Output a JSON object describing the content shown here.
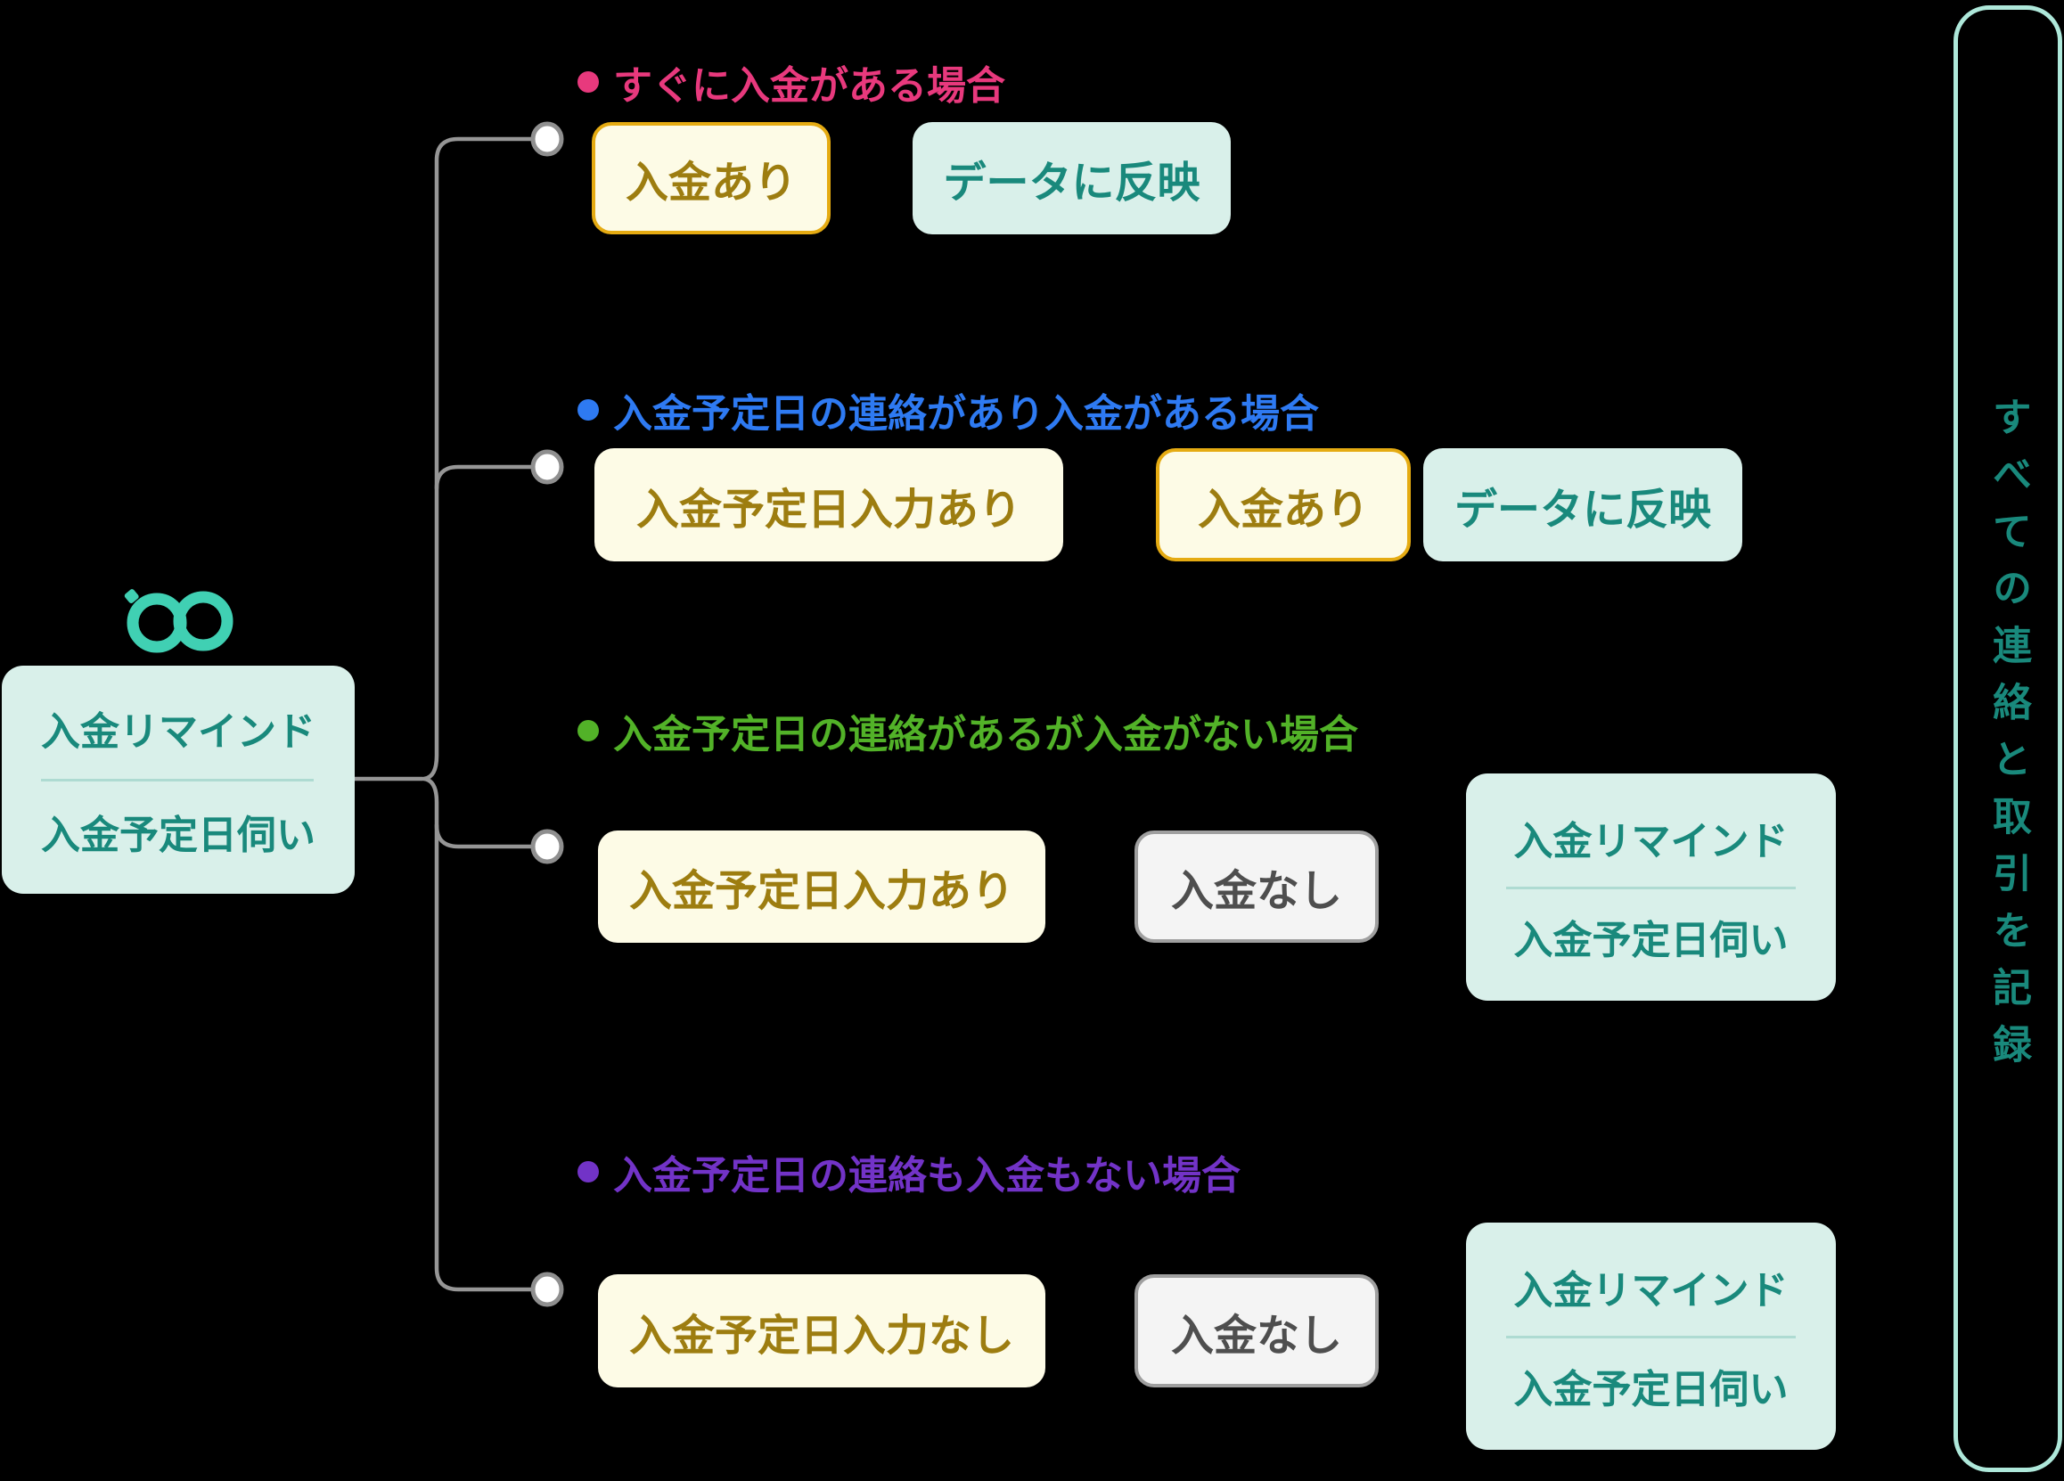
{
  "root": {
    "line1": "入金リマインド",
    "line2": "入金予定日伺い"
  },
  "branches": [
    {
      "label": "すぐに入金がある場合",
      "bullet_color": "#e8397d",
      "cards": [
        {
          "text": "入金あり",
          "style": "cream-gold-border"
        },
        {
          "text": "データに反映",
          "style": "teal"
        }
      ]
    },
    {
      "label": "入金予定日の連絡があり入金がある場合",
      "bullet_color": "#2e7af2",
      "cards": [
        {
          "text": "入金予定日入力あり",
          "style": "cream"
        },
        {
          "text": "入金あり",
          "style": "cream-gold-border"
        },
        {
          "text": "データに反映",
          "style": "teal"
        }
      ]
    },
    {
      "label": "入金予定日の連絡があるが入金がない場合",
      "bullet_color": "#52b228",
      "cards": [
        {
          "text": "入金予定日入力あり",
          "style": "cream"
        },
        {
          "text": "入金なし",
          "style": "gray"
        },
        {
          "line1": "入金リマインド",
          "line2": "入金予定日伺い",
          "style": "teal-tall"
        }
      ]
    },
    {
      "label": "入金予定日の連絡も入金もない場合",
      "bullet_color": "#7233c7",
      "cards": [
        {
          "text": "入金予定日入力なし",
          "style": "cream"
        },
        {
          "text": "入金なし",
          "style": "gray"
        },
        {
          "line1": "入金リマインド",
          "line2": "入金予定日伺い",
          "style": "teal-tall"
        }
      ]
    }
  ],
  "side_note": {
    "text": "すべての連絡と取引を記録"
  },
  "colors": {
    "background": "#000000",
    "bullet_pink": "#e8397d",
    "bullet_blue": "#2e7af2",
    "bullet_green": "#52b228",
    "bullet_purple": "#7233c7",
    "cream_bg": "#fdfbe6",
    "gold_border": "#e5ab12",
    "gold_text": "#9d7d10",
    "teal_bg": "#d9f0ea",
    "teal_text": "#19897c",
    "teal_divider": "#aedbd2",
    "gray_bg": "#f4f4f4",
    "gray_border": "#9f9f9f",
    "gray_text": "#4e4e4e",
    "connector_gray": "#969696",
    "logo_teal": "#40d0b3",
    "side_border": "#aee8da"
  }
}
